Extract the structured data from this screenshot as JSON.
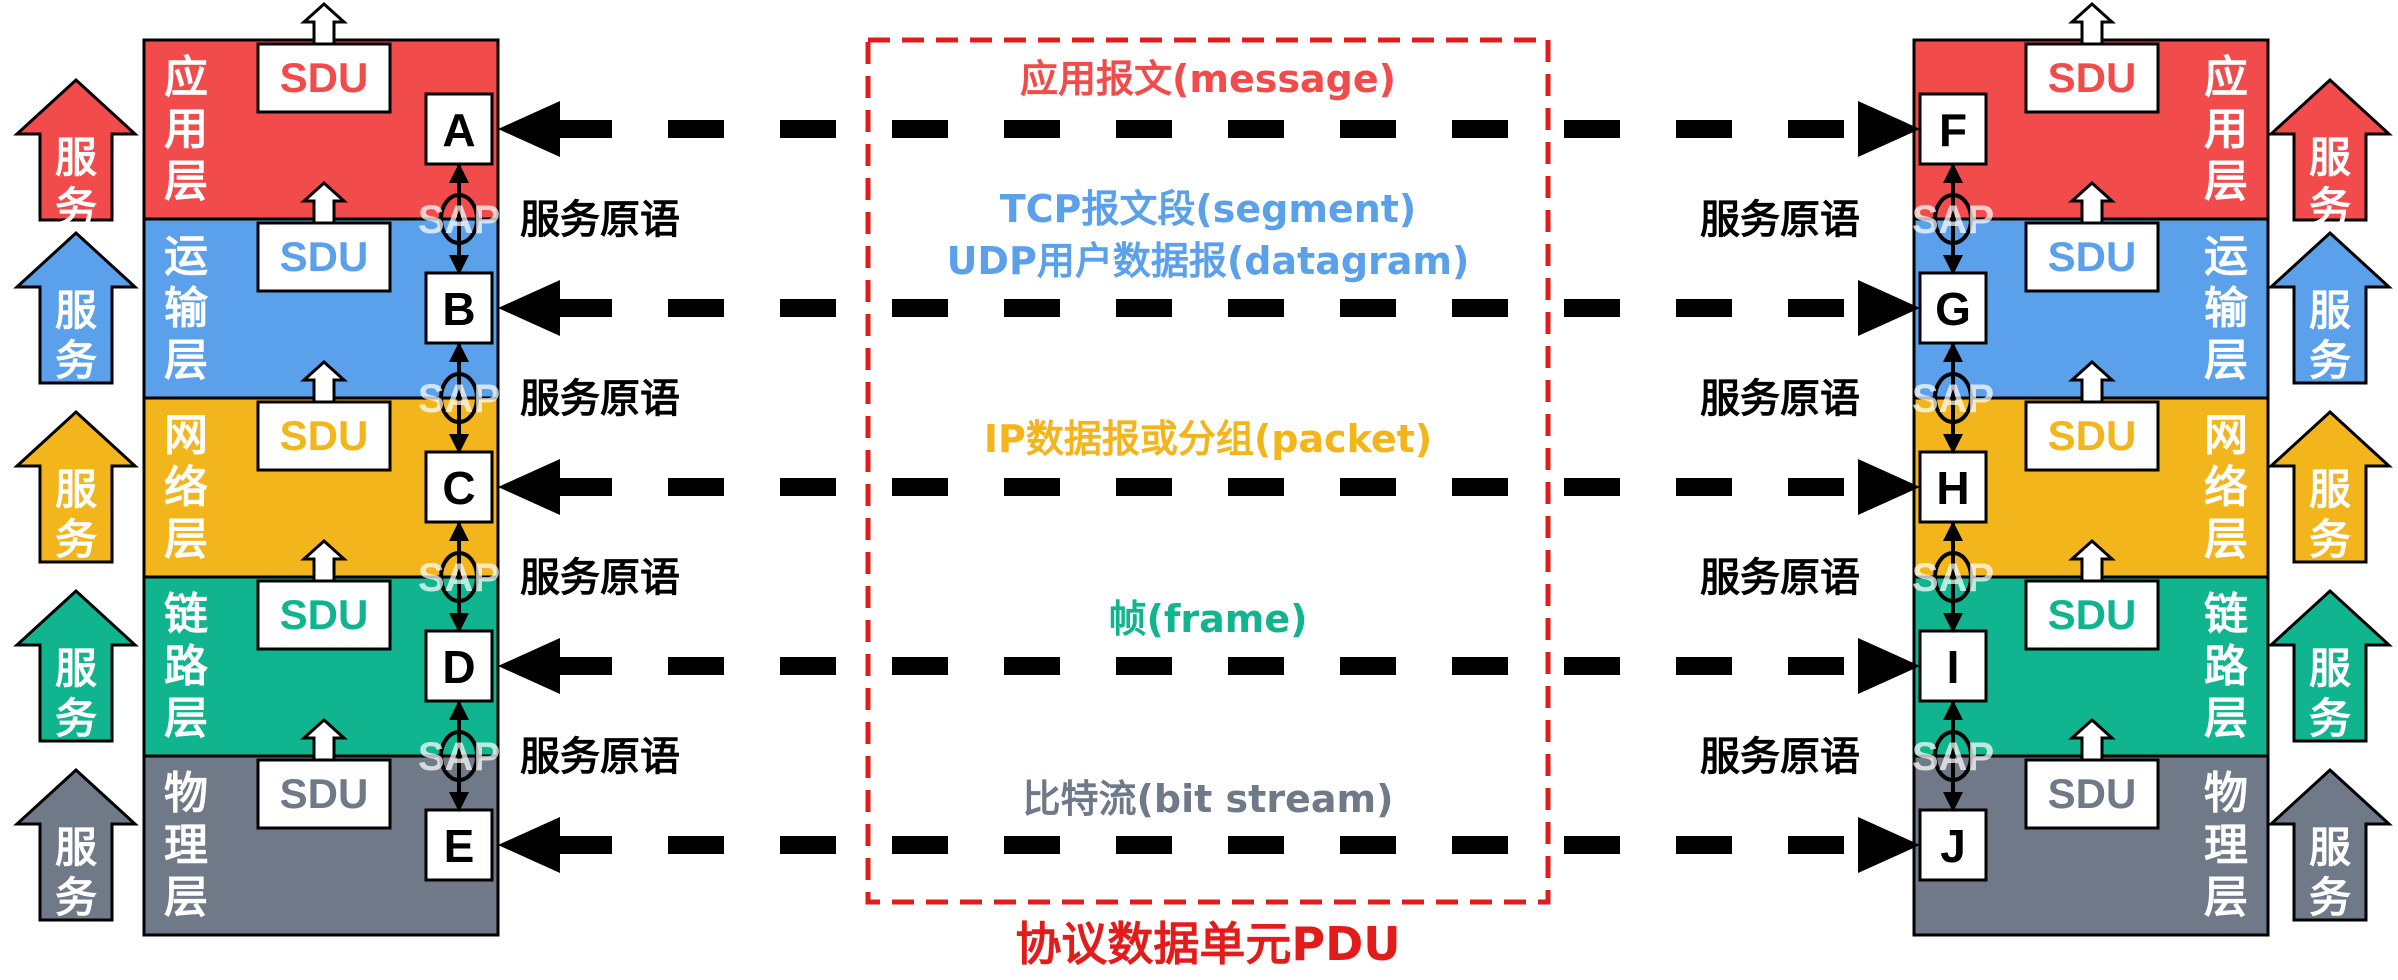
{
  "layers": [
    {
      "name": "应用层",
      "chars": [
        "应",
        "用",
        "层"
      ],
      "color": "#f24b4b",
      "left_entity": "A",
      "right_entity": "F"
    },
    {
      "name": "运输层",
      "chars": [
        "运",
        "输",
        "层"
      ],
      "color": "#5aa0ea",
      "left_entity": "B",
      "right_entity": "G"
    },
    {
      "name": "网络层",
      "chars": [
        "网",
        "络",
        "层"
      ],
      "color": "#f2b51c",
      "left_entity": "C",
      "right_entity": "H"
    },
    {
      "name": "链路层",
      "chars": [
        "链",
        "路",
        "层"
      ],
      "color": "#10b48e",
      "left_entity": "D",
      "right_entity": "I"
    },
    {
      "name": "物理层",
      "chars": [
        "物",
        "理",
        "层"
      ],
      "color": "#6f7988",
      "left_entity": "E",
      "right_entity": "J"
    }
  ],
  "sdu_label": "SDU",
  "sap_label": "SAP",
  "service_primitive_label": "服务原语",
  "service_arrow_chars": [
    "服",
    "务"
  ],
  "pdus": [
    {
      "lines": [
        "应用报文(message)"
      ],
      "color": "#f24b4b"
    },
    {
      "lines": [
        "TCP报文段(segment)",
        "UDP用户数据报(datagram)"
      ],
      "color": "#5aa0ea"
    },
    {
      "lines": [
        "IP数据报或分组(packet)"
      ],
      "color": "#f2b51c"
    },
    {
      "lines": [
        "帧(frame)"
      ],
      "color": "#10b48e"
    },
    {
      "lines": [
        "比特流(bit stream)"
      ],
      "color": "#6f7988"
    }
  ],
  "pdu_box_title": "协议数据单元PDU",
  "pdu_box_color": "#e21b1b"
}
